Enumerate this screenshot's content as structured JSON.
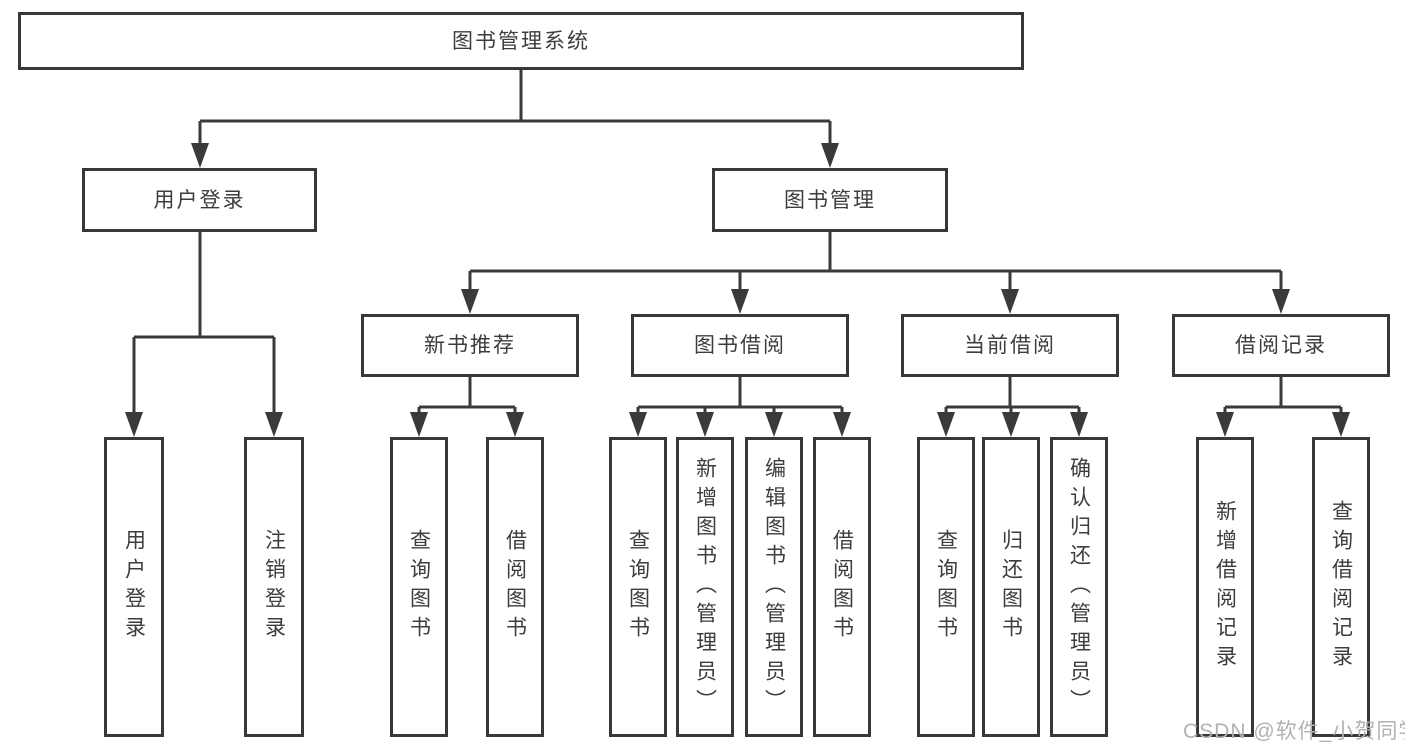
{
  "diagram": {
    "watermark": "CSDN @软件_小贺同学",
    "colors": {
      "line": "#3a3a3a",
      "text": "#3d3d3d",
      "background": "#ffffff",
      "watermark": "#b2b2b2"
    },
    "root": {
      "label": "图书管理系统",
      "children": [
        {
          "label": "用户登录",
          "children": [
            {
              "label": "用户登录"
            },
            {
              "label": "注销登录"
            }
          ]
        },
        {
          "label": "图书管理",
          "children": [
            {
              "label": "新书推荐",
              "children": [
                {
                  "label": "查询图书"
                },
                {
                  "label": "借阅图书"
                }
              ]
            },
            {
              "label": "图书借阅",
              "children": [
                {
                  "label": "查询图书"
                },
                {
                  "label": "新增图书（管理员）"
                },
                {
                  "label": "编辑图书（管理员）"
                },
                {
                  "label": "借阅图书"
                }
              ]
            },
            {
              "label": "当前借阅",
              "children": [
                {
                  "label": "查询图书"
                },
                {
                  "label": "归还图书"
                },
                {
                  "label": "确认归还（管理员）"
                }
              ]
            },
            {
              "label": "借阅记录",
              "children": [
                {
                  "label": "新增借阅记录"
                },
                {
                  "label": "查询借阅记录"
                }
              ]
            }
          ]
        }
      ]
    }
  }
}
